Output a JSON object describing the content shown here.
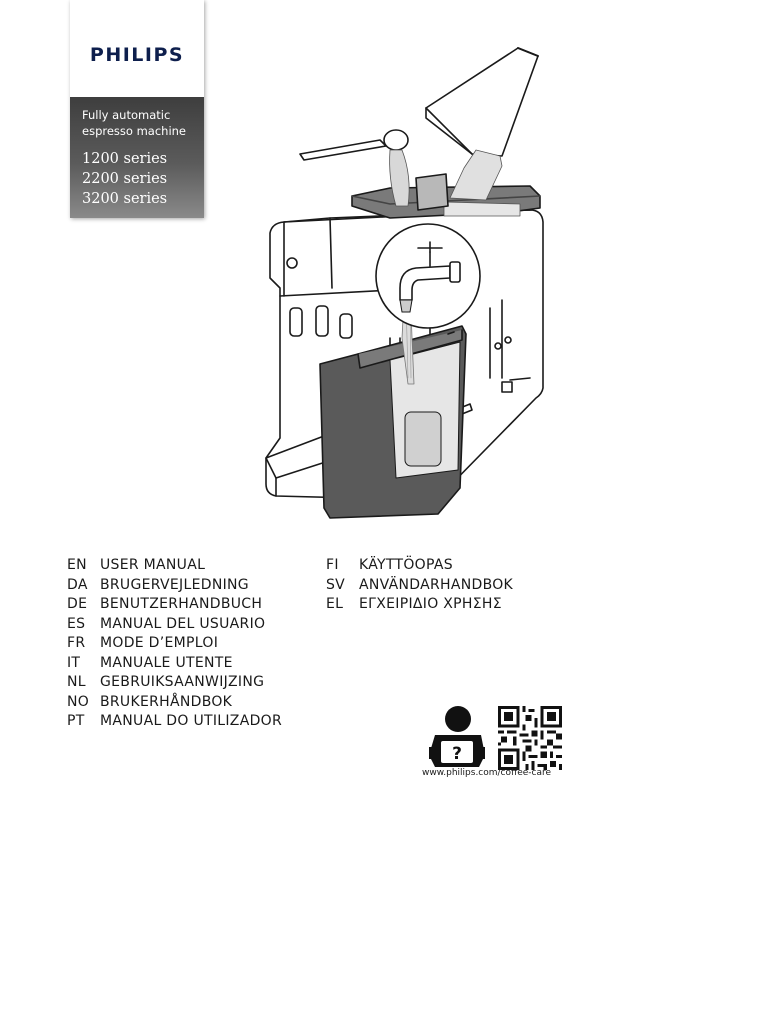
{
  "cover": {
    "brand": "PHILIPS",
    "product_line1": "Fully automatic",
    "product_line2": "espresso machine",
    "series": [
      "1200 series",
      "2200 series",
      "3200 series"
    ]
  },
  "languages_left": [
    {
      "code": "EN",
      "title": "USER MANUAL"
    },
    {
      "code": "DA",
      "title": "BRUGERVEJLEDNING"
    },
    {
      "code": "DE",
      "title": "BENUTZERHANDBUCH"
    },
    {
      "code": "ES",
      "title": "MANUAL DEL USUARIO"
    },
    {
      "code": "FR",
      "title": "MODE D’EMPLOI"
    },
    {
      "code": "IT",
      "title": "MANUALE UTENTE"
    },
    {
      "code": "NL",
      "title": "GEBRUIKSAANWIJZING"
    },
    {
      "code": "NO",
      "title": "BRUKERHÅNDBOK"
    },
    {
      "code": "PT",
      "title": "MANUAL DO UTILIZADOR"
    }
  ],
  "languages_right": [
    {
      "code": "FI",
      "title": "KÄYTTÖOPAS"
    },
    {
      "code": "SV",
      "title": "ANVÄNDARHANDBOK"
    },
    {
      "code": "EL",
      "title": "ΕΓΧΕΙΡΙΔΙΟ ΧΡΗΣΗΣ"
    }
  ],
  "support": {
    "help_icon": "person-reading-question-icon",
    "help_mark": "?",
    "qr_icon": "qr-code-icon",
    "url": "www.philips.com/coffee-care"
  }
}
